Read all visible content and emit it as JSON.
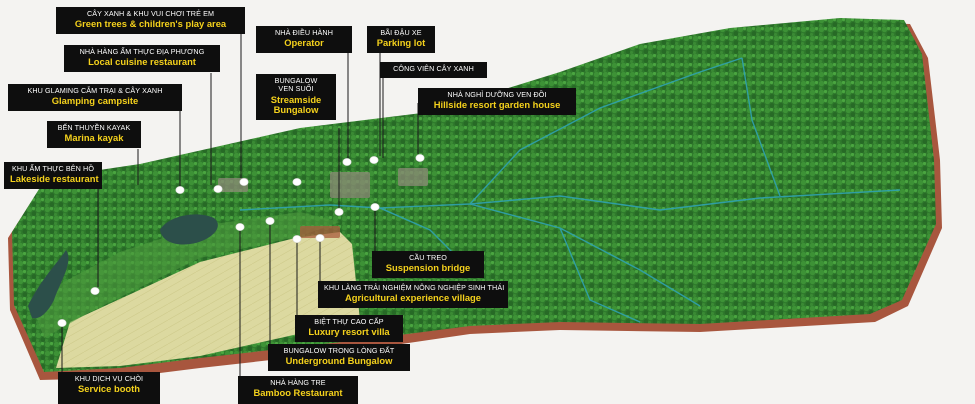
{
  "map": {
    "colors": {
      "background": "#f4f3f1",
      "forest": "#2f7a2c",
      "edge": "#a8563e",
      "field": "#d9d69c",
      "water": "#2fa2b0",
      "label_bg": "#0e0e0e",
      "label_vn": "#ffffff",
      "label_en": "#f4d11c"
    },
    "labels": [
      {
        "id": "green-trees",
        "vn": "CÂY XANH & KHU VUI CHƠI TRẺ EM",
        "en": "Green trees & children's play area"
      },
      {
        "id": "local-cuisine",
        "vn": "NHÀ HÀNG ẨM THỰC ĐỊA PHƯƠNG",
        "en": "Local cuisine restaurant"
      },
      {
        "id": "glamping",
        "vn": "KHU GLAMING CẮM TRẠI & CÂY XANH",
        "en": "Glamping campsite"
      },
      {
        "id": "marina",
        "vn": "BẾN THUYỀN KAYAK",
        "en": "Marina kayak"
      },
      {
        "id": "lakeside",
        "vn": "KHU ẨM THỰC BÊN HỒ",
        "en": "Lakeside restaurant"
      },
      {
        "id": "operator",
        "vn": "NHÀ ĐIỀU HÀNH",
        "en": "Operator"
      },
      {
        "id": "streamside",
        "vn": "BUNGALOW\nVEN SUỐI",
        "en": "Streamside\nBungalow"
      },
      {
        "id": "parking",
        "vn": "BÃI ĐẬU XE",
        "en": "Parking lot"
      },
      {
        "id": "green-park",
        "vn": "CÔNG VIÊN CÂY XANH",
        "en": ""
      },
      {
        "id": "hillside",
        "vn": "NHÀ NGHỈ DƯỠNG VEN ĐỒI",
        "en": "Hillside resort garden house"
      },
      {
        "id": "suspension",
        "vn": "CẦU TREO",
        "en": "Suspension bridge"
      },
      {
        "id": "agri",
        "vn": "KHU LÀNG TRẢI NGHIỆM NÔNG NGHIỆP SINH THÁI",
        "en": "Agricultural experience village"
      },
      {
        "id": "luxury",
        "vn": "BIỆT THỰ CAO CẤP",
        "en": "Luxury resort villa"
      },
      {
        "id": "underground",
        "vn": "BUNGALOW TRONG LÒNG ĐẤT",
        "en": "Underground Bungalow"
      },
      {
        "id": "bamboo",
        "vn": "NHÀ HÀNG TRE",
        "en": "Bamboo Restaurant"
      },
      {
        "id": "service",
        "vn": "KHU DỊCH VỤ CHÒI",
        "en": "Service booth"
      }
    ]
  }
}
